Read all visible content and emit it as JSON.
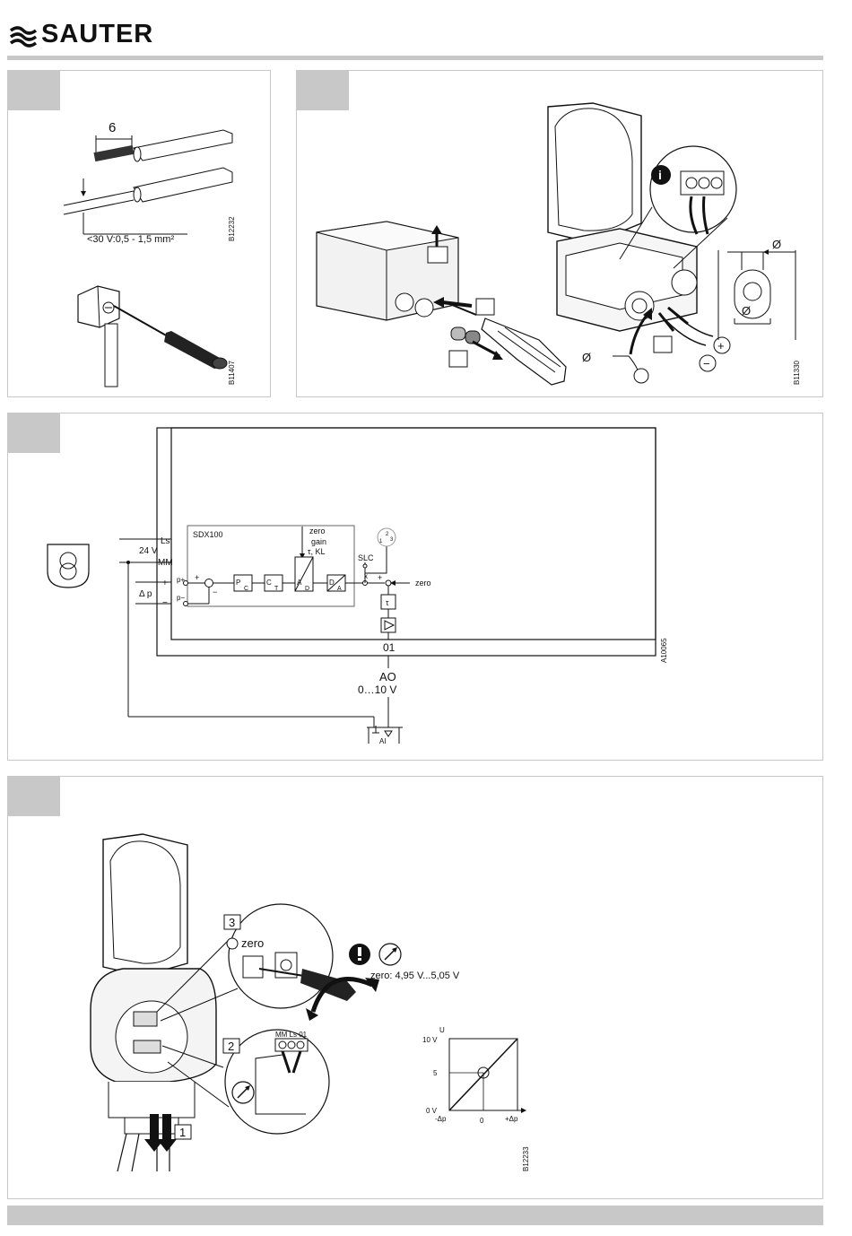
{
  "brand": "SAUTER",
  "panel1": {
    "strip_length": "6",
    "wire_spec": "<30 V:0,5 - 1,5 mm²",
    "code_top": "B12232",
    "code_bottom": "B11407"
  },
  "panel2": {
    "diameter_symbol": "Ø",
    "info_symbol": "i",
    "plus_symbol": "+",
    "minus_symbol": "−",
    "code": "B11330"
  },
  "panel3": {
    "pin_ls": "Ls",
    "pin_mm": "MM",
    "supply": "24 V",
    "plus": "+",
    "minus": "−",
    "dp": "Δ p",
    "device": "SDX100",
    "params_zero": "zero",
    "params_gain": "gain",
    "params_tau": "τ, KL",
    "slc": "SLC",
    "p_plus": "p+",
    "p_minus": "p−",
    "block_pc": [
      "P",
      "C"
    ],
    "block_ct": [
      "C",
      "T"
    ],
    "block_ad": [
      "A",
      "D"
    ],
    "block_da": [
      "D",
      "A"
    ],
    "x_label": "x",
    "zero_input": "zero",
    "tau_label": "τ",
    "output_pin": "01",
    "ao": "AO",
    "ao_range": "0…10 V",
    "ai": "AI",
    "dip": [
      "2",
      "1",
      "3"
    ],
    "code": "A10065"
  },
  "panel4": {
    "step3": "3",
    "step2": "2",
    "step1": "1",
    "zero_label": "zero",
    "terminal_labels": "MM Ls 01",
    "zero_range": "zero: 4,95 V...5,05 V",
    "graph_u": "U",
    "graph_10v": "10 V",
    "graph_5": "5",
    "graph_0v": "0 V",
    "graph_neg": "-Δp",
    "graph_zero": "0",
    "graph_pos": "+Δp",
    "code": "B12233"
  }
}
